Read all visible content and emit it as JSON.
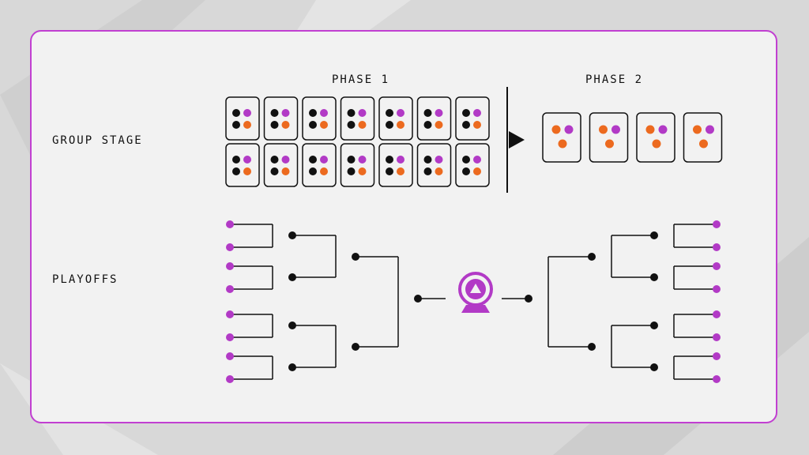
{
  "stage_labels": {
    "group_stage": "GROUP STAGE",
    "playoffs": "PLAYOFFS"
  },
  "phases": {
    "phase1": "PHASE 1",
    "phase2": "PHASE 2"
  },
  "phase1_groups": {
    "rows": 2,
    "cols": 7
  },
  "phase2_groups": {
    "count": 4
  },
  "colors": {
    "accent": "#b23ac6",
    "orange": "#ec6a1f",
    "black": "#111111",
    "panel_border": "#c13fd1",
    "panel_bg": "#f2f2f2"
  },
  "icons": {
    "trophy": "trophy-icon",
    "arrow": "arrow-right-icon"
  }
}
